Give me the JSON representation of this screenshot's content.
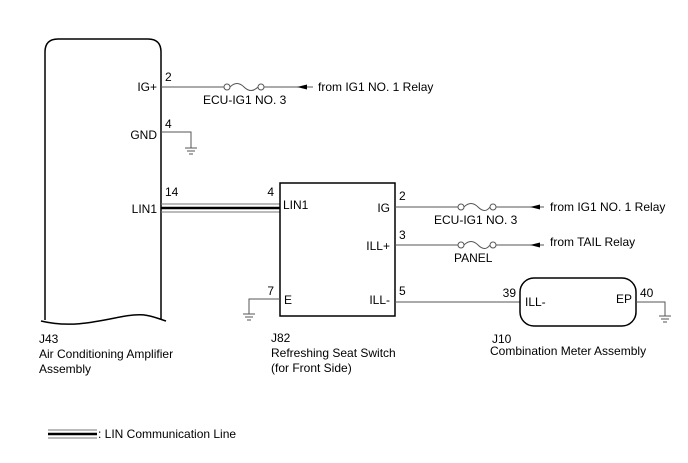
{
  "components": {
    "ac_amplifier": {
      "code": "J43",
      "name_line1": "Air Conditioning Amplifier",
      "name_line2": "Assembly",
      "pins": [
        {
          "num": "2",
          "name": "IG+"
        },
        {
          "num": "4",
          "name": "GND"
        },
        {
          "num": "14",
          "name": "LIN1"
        }
      ]
    },
    "seat_switch": {
      "code": "J82",
      "name_line1": "Refreshing Seat Switch",
      "name_line2": "(for Front Side)",
      "pins": [
        {
          "num": "4",
          "name": "LIN1"
        },
        {
          "num": "7",
          "name": "E"
        },
        {
          "num": "2",
          "name": "IG"
        },
        {
          "num": "3",
          "name": "ILL+"
        },
        {
          "num": "5",
          "name": "ILL-"
        }
      ]
    },
    "combination_meter": {
      "code": "J10",
      "name_line1": "Combination Meter Assembly",
      "pins": [
        {
          "num": "39",
          "name": "ILL-"
        },
        {
          "num": "40",
          "name": "EP"
        }
      ]
    }
  },
  "fuses": {
    "amp_ig": "ECU-IG1 NO. 3",
    "switch_ig": "ECU-IG1 NO. 3",
    "switch_ill": "PANEL"
  },
  "sources": {
    "amp_ig": "from IG1 NO. 1 Relay",
    "switch_ig": "from IG1 NO. 1 Relay",
    "switch_ill": "from TAIL Relay"
  },
  "legend": {
    "lin_line": ": LIN Communication Line"
  }
}
